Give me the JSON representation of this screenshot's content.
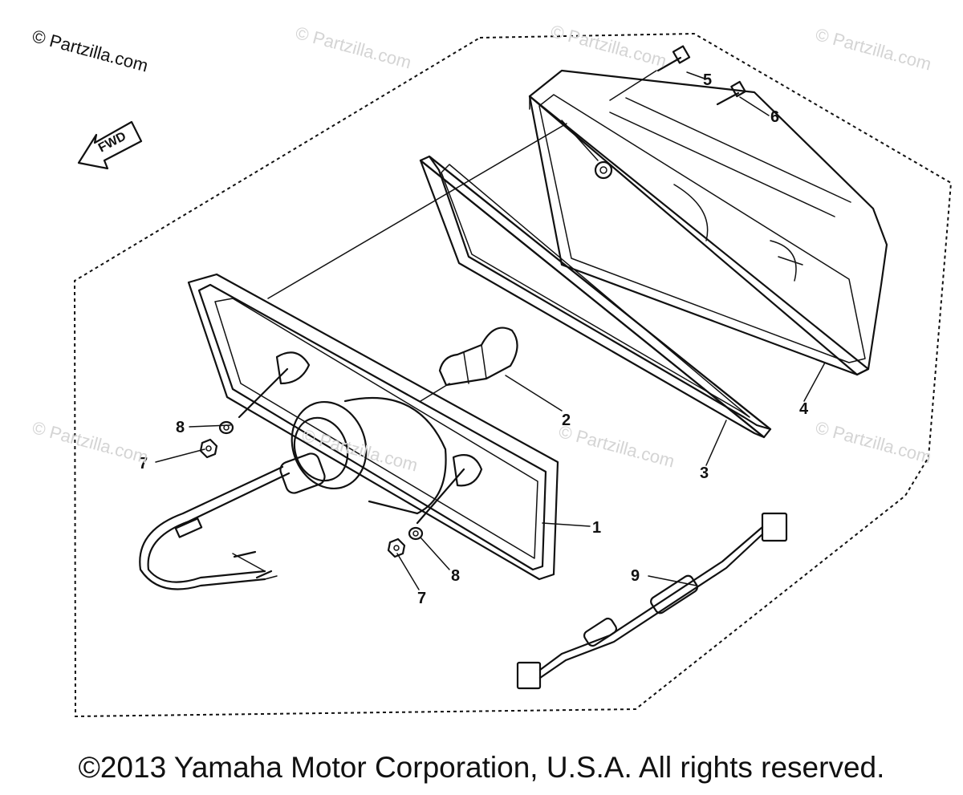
{
  "watermarks": {
    "main": "© Partzilla.com",
    "faint": "© Partzilla.com"
  },
  "copyright": "©2013 Yamaha Motor Corporation, U.S.A. All rights reserved.",
  "direction_arrow": {
    "label": "FWD",
    "icon": "forward-arrow-icon"
  },
  "callouts": {
    "c1": "1",
    "c2": "2",
    "c3": "3",
    "c4": "4",
    "c5": "5",
    "c6": "6",
    "c7a": "7",
    "c7b": "7",
    "c8a": "8",
    "c8b": "8",
    "c9": "9"
  }
}
